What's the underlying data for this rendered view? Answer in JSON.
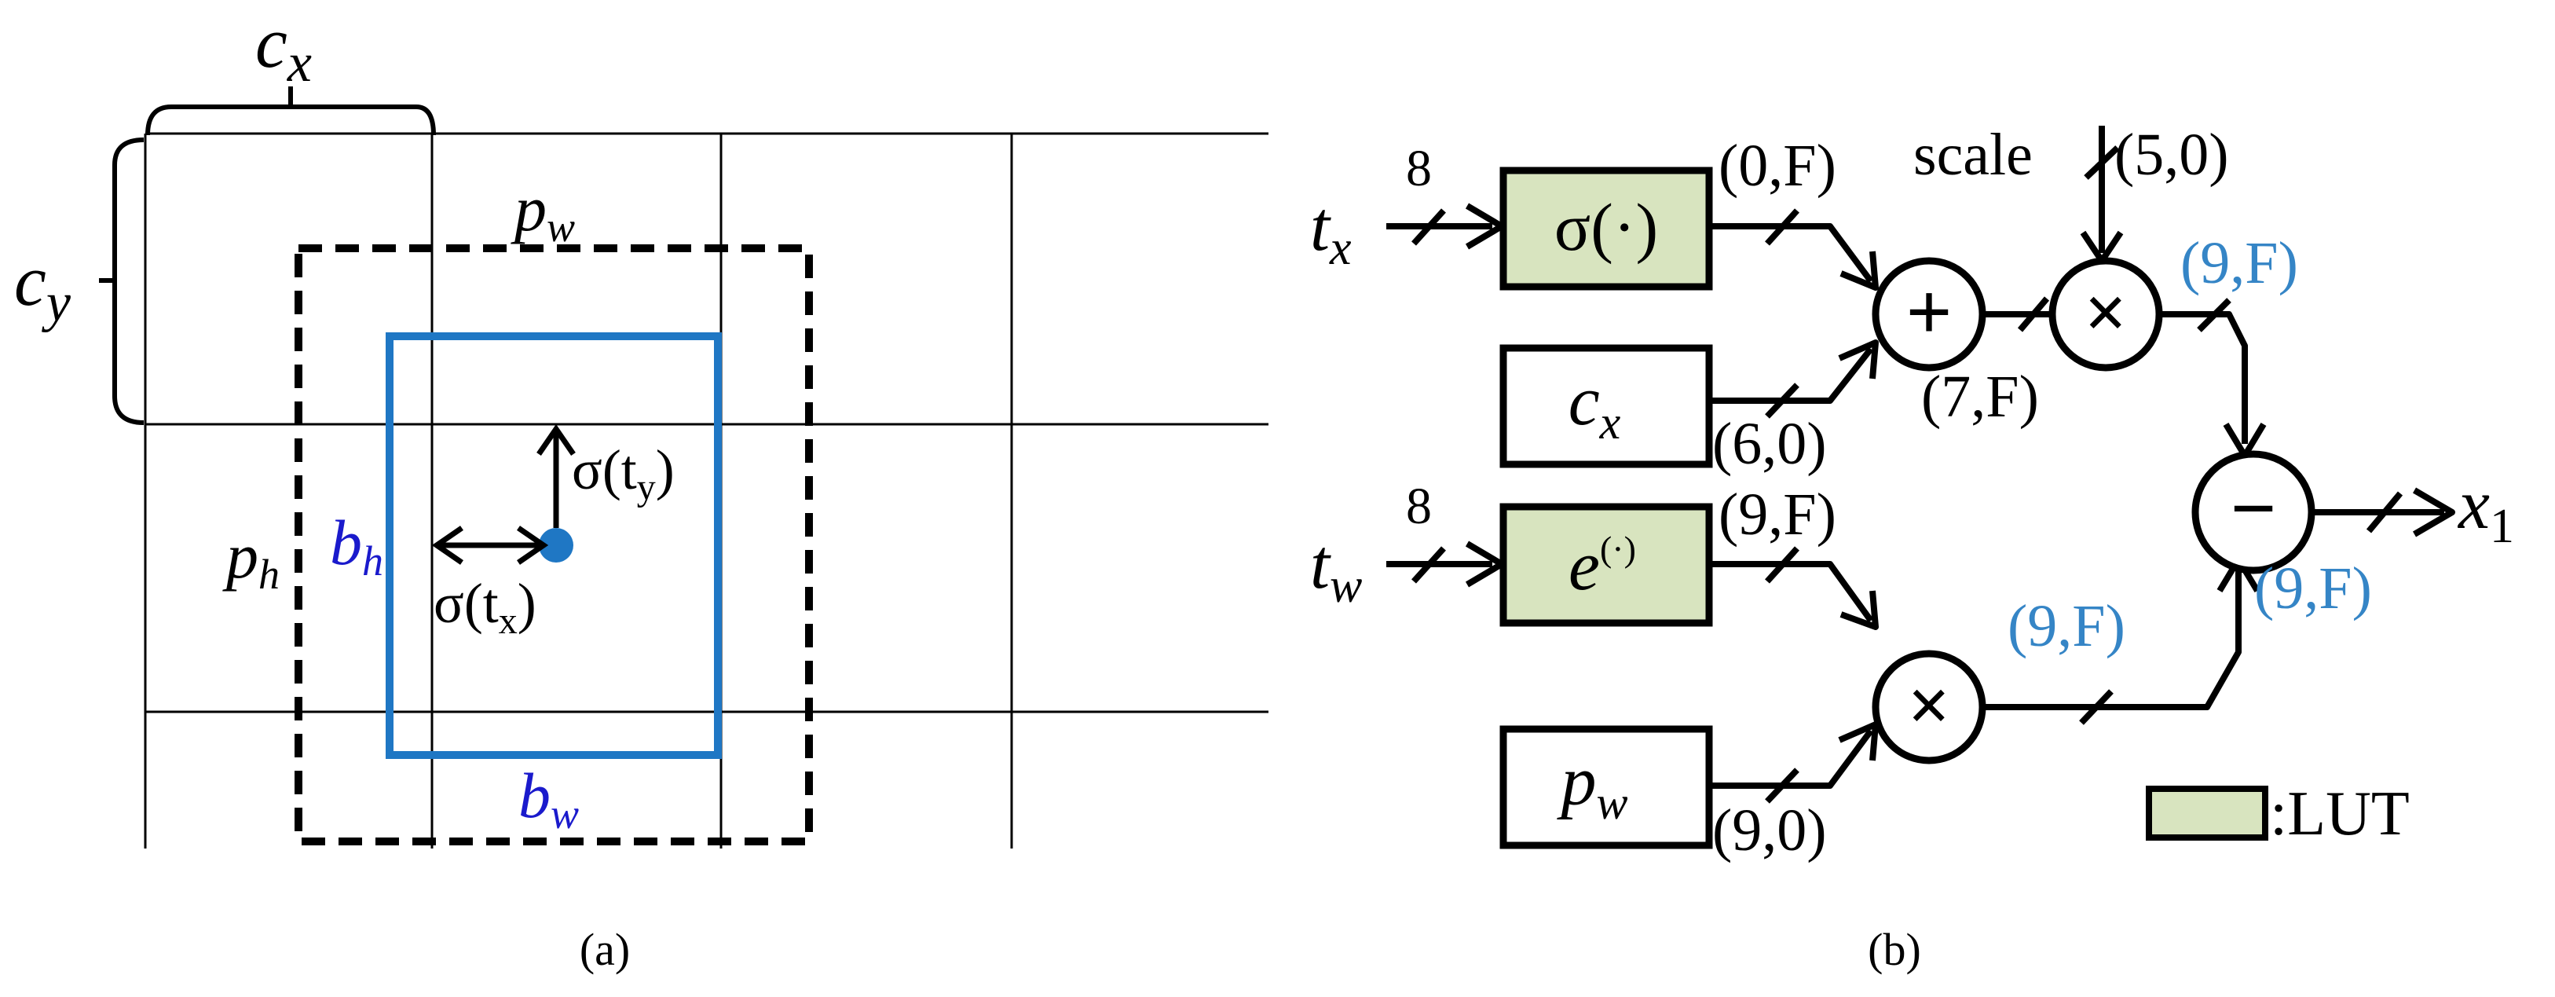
{
  "colors": {
    "blue_box": "#1f77c4",
    "blue_text": "#1a1acc",
    "lut_fill": "#d8e4bf",
    "ink": "#000000",
    "annot_blue": "#3585c6"
  },
  "panel_a": {
    "caption": "(a)",
    "cx_label": "c",
    "cx_sub": "x",
    "cy_label": "c",
    "cy_sub": "y",
    "pw_label": "p",
    "pw_sub": "w",
    "ph_label": "p",
    "ph_sub": "h",
    "bh_label": "b",
    "bh_sub": "h",
    "bw_label": "b",
    "bw_sub": "w",
    "sig_ty": "σ(t",
    "sig_ty_sub": "y",
    "sig_ty_close": ")",
    "sig_tx": "σ(t",
    "sig_tx_sub": "x",
    "sig_tx_close": ")"
  },
  "panel_b": {
    "caption": "(b)",
    "tx_label": "t",
    "tx_sub": "x",
    "tw_label": "t",
    "tw_sub": "w",
    "bits_tx": "8",
    "bits_tw": "8",
    "sigma_box": "σ(·)",
    "exp_box": "e",
    "exp_sup": "(·)",
    "cx_box": "c",
    "cx_box_sub": "x",
    "pw_box": "p",
    "pw_box_sub": "w",
    "ann_0F": "(0,F)",
    "ann_60": "(6,0)",
    "ann_7F": "(7,F)",
    "ann_50": "(5,0)",
    "scale": "scale",
    "ann_9F_top": "(9,F)",
    "ann_9F_exp": "(9,F)",
    "ann_9F_mul": "(9,F)",
    "ann_90": "(9,0)",
    "ann_9F_out": "(9,F)",
    "out_label": "x",
    "out_sub": "1",
    "plus": "+",
    "times1": "×",
    "times2": "×",
    "minus": "−",
    "legend": ":LUT"
  }
}
